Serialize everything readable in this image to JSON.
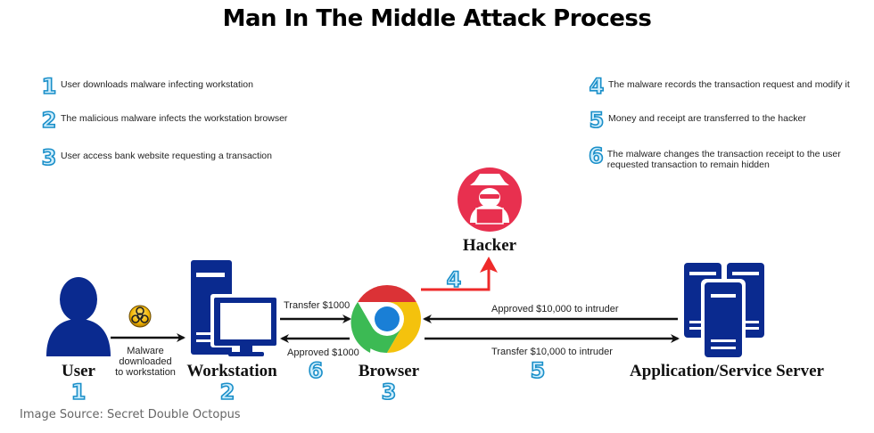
{
  "title": "Man In The Middle Attack Process",
  "steps_left": [
    {
      "num": "1",
      "text": "User downloads malware infecting workstation"
    },
    {
      "num": "2",
      "text": "The malicious malware infects the workstation browser"
    },
    {
      "num": "3",
      "text": "User access bank website requesting a transaction"
    }
  ],
  "steps_right": [
    {
      "num": "4",
      "text": "The malware records the transaction request and modify it"
    },
    {
      "num": "5",
      "text": "Money and receipt are  transferred to the hacker"
    },
    {
      "num": "6",
      "text": "The malware changes the transaction receipt to the user requested transaction to remain hidden"
    }
  ],
  "nodes": {
    "user": {
      "label": "User",
      "num": "1"
    },
    "workstation": {
      "label": "Workstation",
      "num": "2"
    },
    "browser": {
      "label": "Browser",
      "num": "3"
    },
    "hacker": {
      "label": "Hacker"
    },
    "server": {
      "label": "Application/Service Server"
    }
  },
  "arrows": {
    "user_to_workstation": {
      "label": "Malware downloaded to workstation"
    },
    "workstation_to_browser": {
      "label": "Transfer $1000"
    },
    "browser_to_workstation": {
      "label": "Approved $1000",
      "num": "6"
    },
    "browser_to_hacker": {
      "num": "4"
    },
    "server_to_browser": {
      "label": "Approved $10,000 to intruder"
    },
    "browser_to_server": {
      "label": "Transfer $10,000 to intruder",
      "num": "5"
    }
  },
  "colors": {
    "node_blue": "#0a2a8f",
    "hacker_red": "#e8304f",
    "arrow_red": "#ee2a2a",
    "step_num_blue": "#1a8fc9"
  },
  "source": "Image Source: Secret Double Octopus"
}
